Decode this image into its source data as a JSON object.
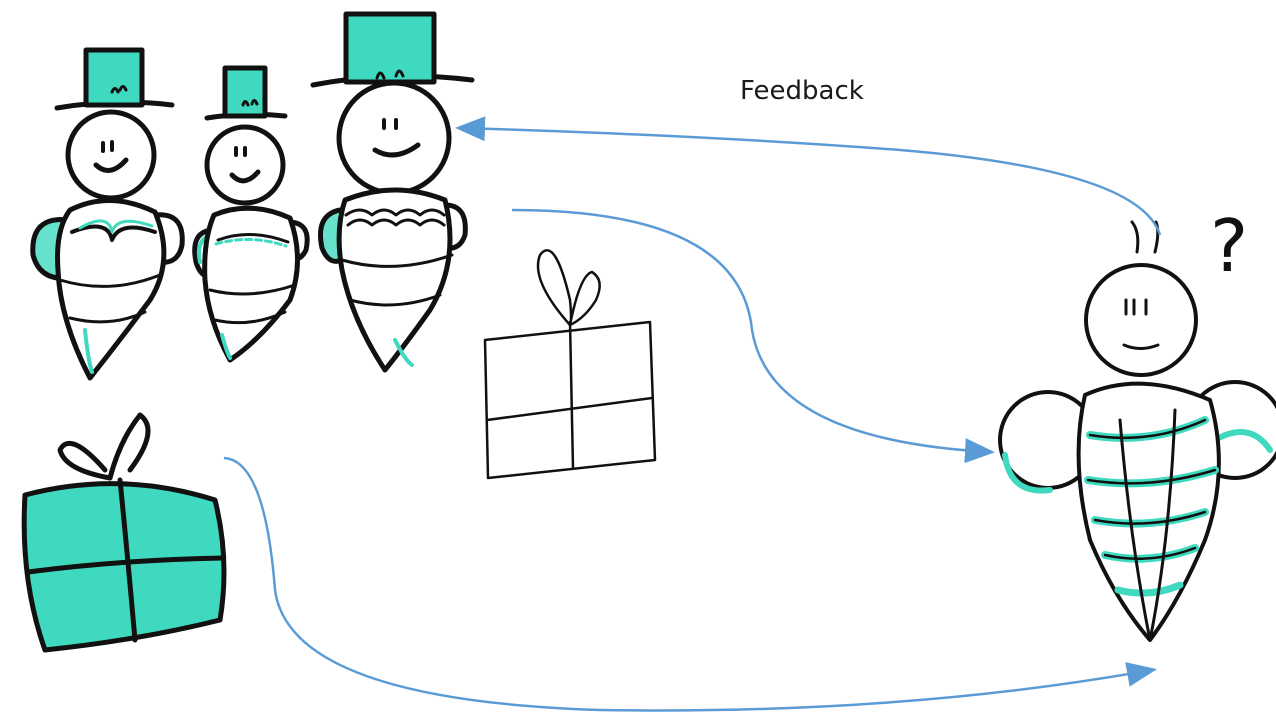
{
  "labels": {
    "feedback": "Feedback",
    "question_mark": "?"
  },
  "colors": {
    "accent": "#3fd9bf",
    "arrow": "#5b9bd5",
    "ink": "#111111"
  },
  "figures": {
    "group": [
      "bee-with-hat-left",
      "bee-with-hat-middle",
      "bee-with-hat-right"
    ],
    "recipient": "bee-confused",
    "gifts": [
      "gift-outline",
      "gift-teal"
    ]
  }
}
